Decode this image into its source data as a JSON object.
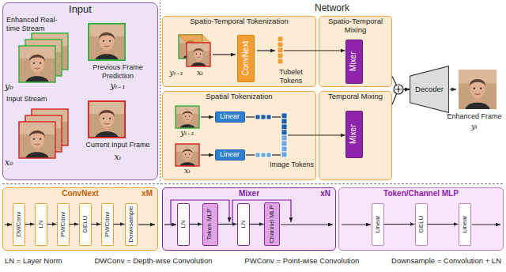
{
  "diagram": {
    "nodes": [
      {
        "text": [
          "Input"
        ]
      },
      {
        "text": [
          "Spatio-Temporal Tokenization"
        ]
      },
      {
        "text": [
          "ConvNext"
        ],
        "in": 1
      },
      {
        "text": [
          "Spatio-Temporal Mixing"
        ]
      },
      {
        "text": [
          "Mixer"
        ],
        "in": 3
      },
      {
        "text": [
          "Spatial Tokenization"
        ]
      },
      {
        "text": [
          "Linear"
        ],
        "in": 5
      },
      {
        "text": [
          "Linear"
        ],
        "in": 5
      },
      {
        "text": [
          "Temporal Mixing"
        ]
      },
      {
        "text": [
          "Mixer"
        ],
        "in": 8
      },
      {
        "text": [
          "Decoder"
        ]
      },
      {
        "text": [
          "ConvNext",
          "xM"
        ]
      },
      {
        "text": [
          "DWConv"
        ],
        "in": 11
      },
      {
        "text": [
          "LN"
        ],
        "in": 11
      },
      {
        "text": [
          "PWConv"
        ],
        "in": 11
      },
      {
        "text": [
          "GELU"
        ],
        "in": 11
      },
      {
        "text": [
          "PWConv"
        ],
        "in": 11
      },
      {
        "text": [
          "Downsample"
        ],
        "in": 11
      },
      {
        "text": [
          "Mixer",
          "xN"
        ]
      },
      {
        "text": [
          "LN"
        ],
        "in": 18
      },
      {
        "text": [
          "Token MLP"
        ],
        "in": 18
      },
      {
        "text": [
          "LN"
        ],
        "in": 18
      },
      {
        "text": [
          "Channel MLP"
        ],
        "in": 18
      },
      {
        "text": [
          "Token/Channel MLP"
        ]
      },
      {
        "text": [
          "Linear"
        ],
        "in": 23
      },
      {
        "text": [
          "GELU"
        ],
        "in": 23
      },
      {
        "text": [
          "Linear"
        ],
        "in": 23
      }
    ],
    "edges": [
      {
        "from": 1,
        "to": 4,
        "arrow": "to"
      },
      {
        "from": 5,
        "to": 9,
        "arrow": "to"
      },
      {
        "from": 3,
        "to": 10,
        "arrow": "to"
      },
      {
        "from": 8,
        "to": 10,
        "arrow": "to"
      },
      {
        "from": 12,
        "to": 13,
        "arrow": "to"
      },
      {
        "from": 13,
        "to": 14,
        "arrow": "to"
      },
      {
        "from": 14,
        "to": 15,
        "arrow": "to"
      },
      {
        "from": 15,
        "to": 16,
        "arrow": "to"
      },
      {
        "from": 16,
        "to": 17,
        "arrow": "to"
      },
      {
        "from": 19,
        "to": 20,
        "arrow": "to"
      },
      {
        "from": 20,
        "to": 21,
        "arrow": "to"
      },
      {
        "from": 21,
        "to": 22,
        "arrow": "to"
      },
      {
        "from": 24,
        "to": 25,
        "arrow": "to"
      },
      {
        "from": 25,
        "to": 26,
        "arrow": "to"
      }
    ],
    "labels": [
      "Network",
      "Enhanced Real-time Stream",
      "y₀",
      "Previous Frame Prediction",
      "yₜ₋₁",
      "Input Stream",
      "x₀",
      "Current Input Frame",
      "xₜ",
      "yₜ₋₁",
      "xₜ",
      "Tubelet Tokens",
      "yₜ₋₁",
      "xₜ",
      "Image Tokens",
      "Enhanced Frame",
      "yₜ",
      "LN = Layer Norm",
      "DWConv = Depth-wise Convolution",
      "PWConv = Point-wise Convolution",
      "Downsample = Convolution + LN"
    ]
  }
}
